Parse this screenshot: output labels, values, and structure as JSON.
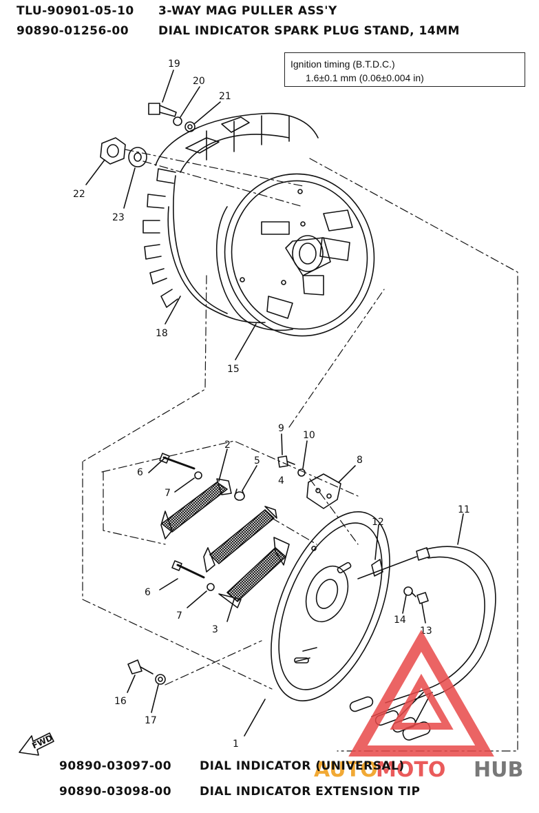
{
  "tools_top": [
    {
      "part_no": "TLU-90901-05-10",
      "name": "3-WAY MAG PULLER ASS'Y"
    },
    {
      "part_no": "90890-01256-00",
      "name": "DIAL INDICATOR SPARK PLUG STAND, 14MM"
    }
  ],
  "spec_box": {
    "title": "Ignition timing (B.T.D.C.)",
    "value": "1.6±0.1 mm (0.06±0.004 in)"
  },
  "callouts": {
    "n1": "1",
    "n2": "2",
    "n3": "3",
    "n4": "4",
    "n5": "5",
    "n6a": "6",
    "n6b": "6",
    "n7a": "7",
    "n7b": "7",
    "n8": "8",
    "n9": "9",
    "n10": "10",
    "n11": "11",
    "n12": "12",
    "n13": "13",
    "n14": "14",
    "n15": "15",
    "n16": "16",
    "n17": "17",
    "n18": "18",
    "n19": "19",
    "n20": "20",
    "n21": "21",
    "n22": "22",
    "n23": "23"
  },
  "fwd_label": "FWD",
  "tools_bottom": [
    {
      "part_no": "90890-03097-00",
      "name": "DIAL INDICATOR (UNIVERSAL)"
    },
    {
      "part_no": "90890-03098-00",
      "name": "DIAL INDICATOR EXTENSION TIP"
    }
  ],
  "watermark": {
    "part1": "AUTO",
    "part2": "MOTO",
    "part3": "HUB",
    "colors": {
      "auto": "#f0a020",
      "moto": "#e84a4a",
      "hub": "#6a6a6a",
      "triangle": "#e84a4a"
    }
  }
}
